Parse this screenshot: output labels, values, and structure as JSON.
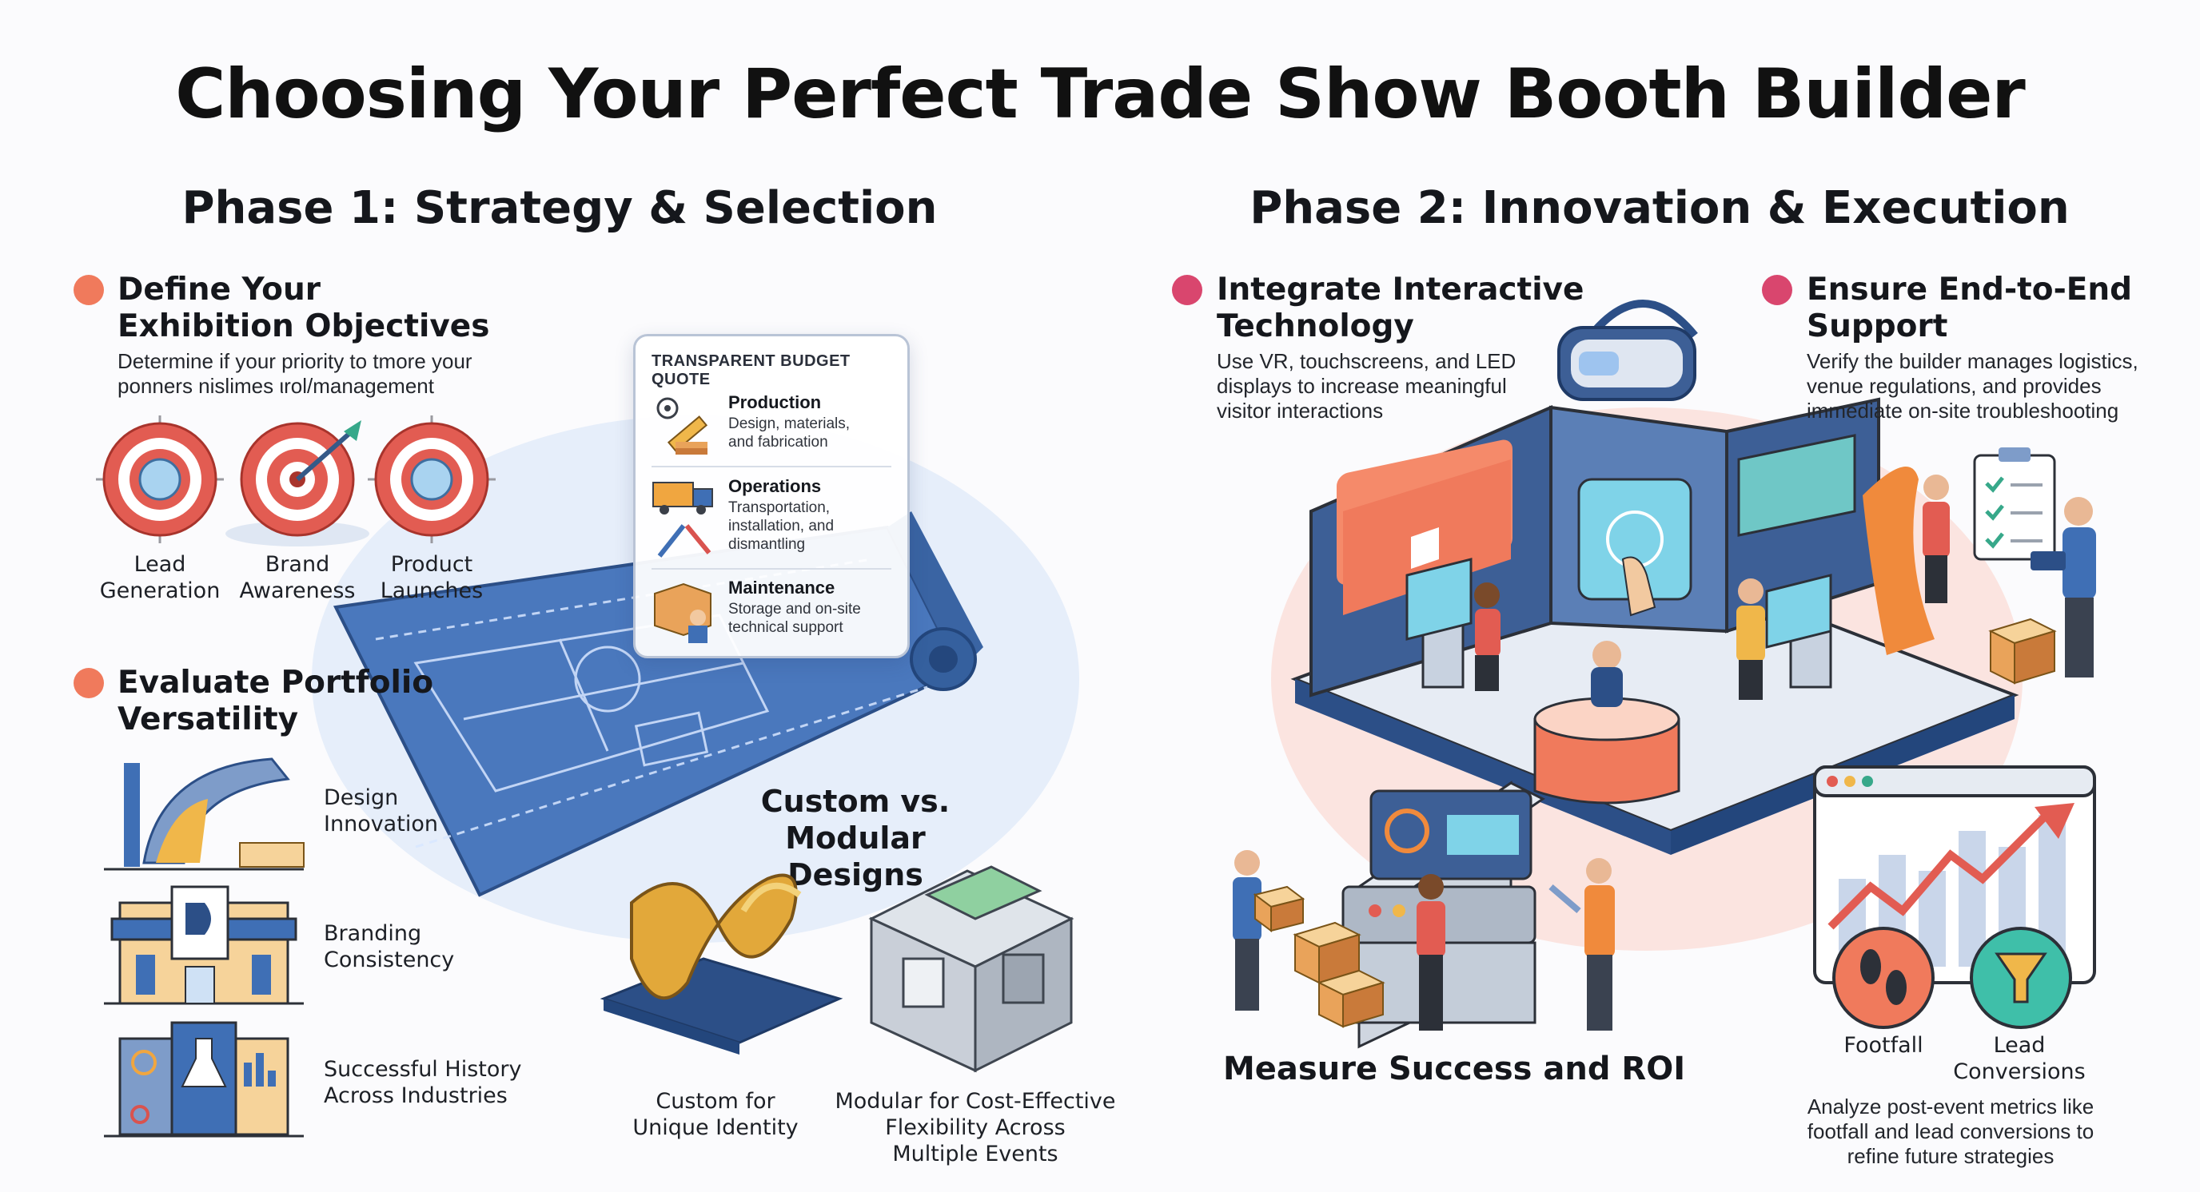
{
  "title": "Choosing Your Perfect Trade Show Booth Builder",
  "phase1": {
    "heading": "Phase 1: Strategy & Selection",
    "objectives": {
      "title": "Define Your\nExhibition Objectives",
      "description": "Determine if your priority to tmore your\nponners nislimes ιrol/management",
      "targets": [
        "Lead\nGeneration",
        "Brand\nAwareness",
        "Product\nLaunches"
      ]
    },
    "budget_card": {
      "title": "TRANSPARENT BUDGET QUOTE",
      "rows": [
        {
          "title": "Production",
          "desc": "Design, materials,\nand fabrication",
          "icon": "gear-pencil-icon"
        },
        {
          "title": "Operations",
          "desc": "Transportation,\ninstallation, and\ndismantling",
          "icon": "truck-wrench-icon"
        },
        {
          "title": "Maintenance",
          "desc": "Storage and on-site\ntechnical support",
          "icon": "box-worker-icon"
        }
      ]
    },
    "portfolio": {
      "title": "Evaluate Portfolio\nVersatility",
      "items": [
        "Design\nInnovation",
        "Branding\nConsistency",
        "Successful History\nAcross Industries"
      ]
    },
    "custom_modular": {
      "title": "Custom vs.\nModular Designs",
      "custom_label": "Custom for\nUnique Identity",
      "modular_label": "Modular for Cost-Effective\nFlexibility Across\nMultiple Events"
    }
  },
  "phase2": {
    "heading": "Phase 2: Innovation & Execution",
    "interactive": {
      "title": "Integrate Interactive\nTechnology",
      "description": "Use VR, touchscreens, and LED\ndisplays to increase meaningful\nvisitor interactions"
    },
    "support": {
      "title": "Ensure End-to-End\nSupport",
      "description": "Verify the builder manages logistics,\nvenue regulations, and provides\nimmediate on-site troubleshooting"
    },
    "measure": {
      "title": "Measure Success and ROI",
      "metrics": [
        "Footfall",
        "Lead\nConversions"
      ],
      "description": "Analyze post-event metrics like\nfootfall and lead conversions to\nrefine future strategies"
    }
  },
  "colors": {
    "phase1_dot": "#f07a5c",
    "phase2_dot": "#d9466e",
    "target_red": "#e25c52",
    "blueprint": "#3f6fb5",
    "accent_orange": "#f08a3c"
  }
}
